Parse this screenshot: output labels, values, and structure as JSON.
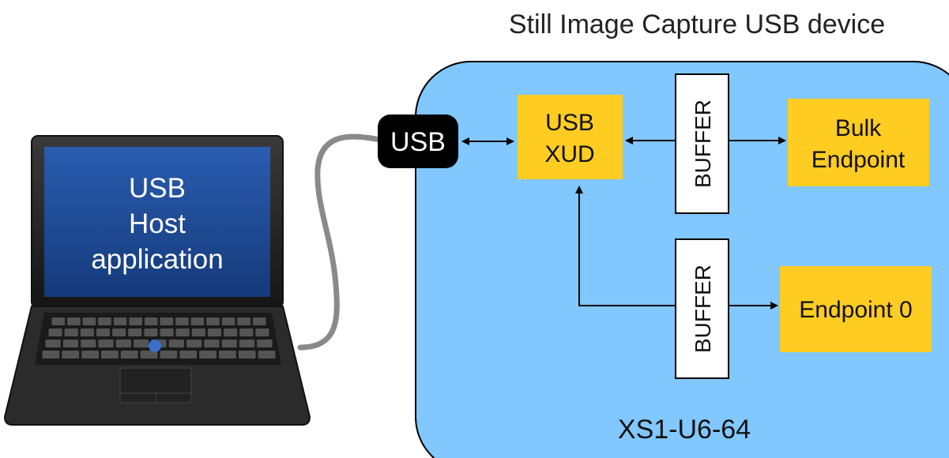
{
  "title": "Still Image Capture USB device",
  "laptop": {
    "screen_lines": [
      "USB",
      "Host",
      "application"
    ]
  },
  "usb_connector": {
    "label": "USB"
  },
  "xud": {
    "lines": [
      "USB",
      "XUD"
    ]
  },
  "buffer_top": {
    "label": "BUFFER"
  },
  "buffer_bottom": {
    "label": "BUFFER"
  },
  "bulk_endpoint": {
    "lines": [
      "Bulk",
      "Endpoint"
    ]
  },
  "endpoint0": {
    "label": "Endpoint 0"
  },
  "chip": {
    "label": "XS1-U6-64"
  },
  "colors": {
    "chip_fill": "#80c8ff",
    "block_fill": "#ffcc22",
    "connector_fill": "#000000",
    "screen_fill": "#1e4a96",
    "cable": "#8a8a8a"
  }
}
